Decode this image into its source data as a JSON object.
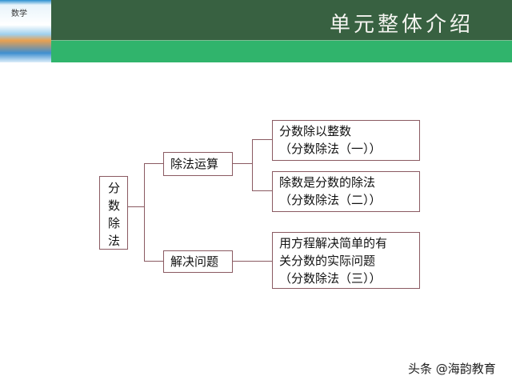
{
  "header": {
    "title": "单元整体介绍",
    "cover_text": "数学"
  },
  "tree": {
    "root": "分数除法",
    "branch1": {
      "label": "除法运算",
      "children": [
        [
          "分数除以整数",
          "（分数除法（一））"
        ],
        [
          "除数是分数的除法",
          "（分数除法（二））"
        ]
      ]
    },
    "branch2": {
      "label": "解决问题",
      "children": [
        [
          "用方程解决简单的有",
          "关分数的实际问题",
          "（分数除法（三））"
        ]
      ]
    }
  },
  "colors": {
    "header": "#386141",
    "stripe": "#30b46c",
    "border": "#8a5a62"
  },
  "watermark": "头条 @海韵教育"
}
